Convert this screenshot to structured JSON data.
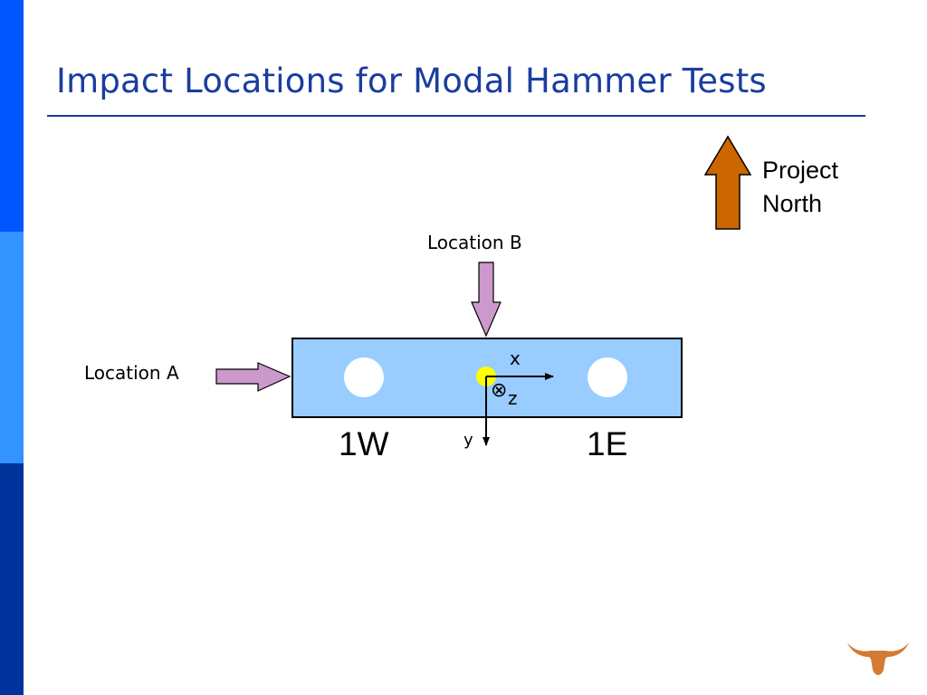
{
  "slide": {
    "title": "Impact Locations for Modal Hammer Tests"
  },
  "north": {
    "line1": "Project",
    "line2": "North",
    "arrow_color": "#cc6600"
  },
  "locations": {
    "a_label": "Location A",
    "b_label": "Location B",
    "arrow_color": "#cc99cc"
  },
  "beam": {
    "fill_color": "#99ccff",
    "girder_west": "1W",
    "girder_east": "1E"
  },
  "axes": {
    "x": "x",
    "y": "y",
    "z": "z",
    "z_symbol": "⊗",
    "origin_color": "#ffff00"
  },
  "theme": {
    "title_color": "#1a3d9e",
    "side_bar_colors": [
      "#0057ff",
      "#3393ff",
      "#00349c"
    ],
    "logo_color": "#d47a32"
  },
  "logo": {
    "icon": "longhorn-icon"
  }
}
